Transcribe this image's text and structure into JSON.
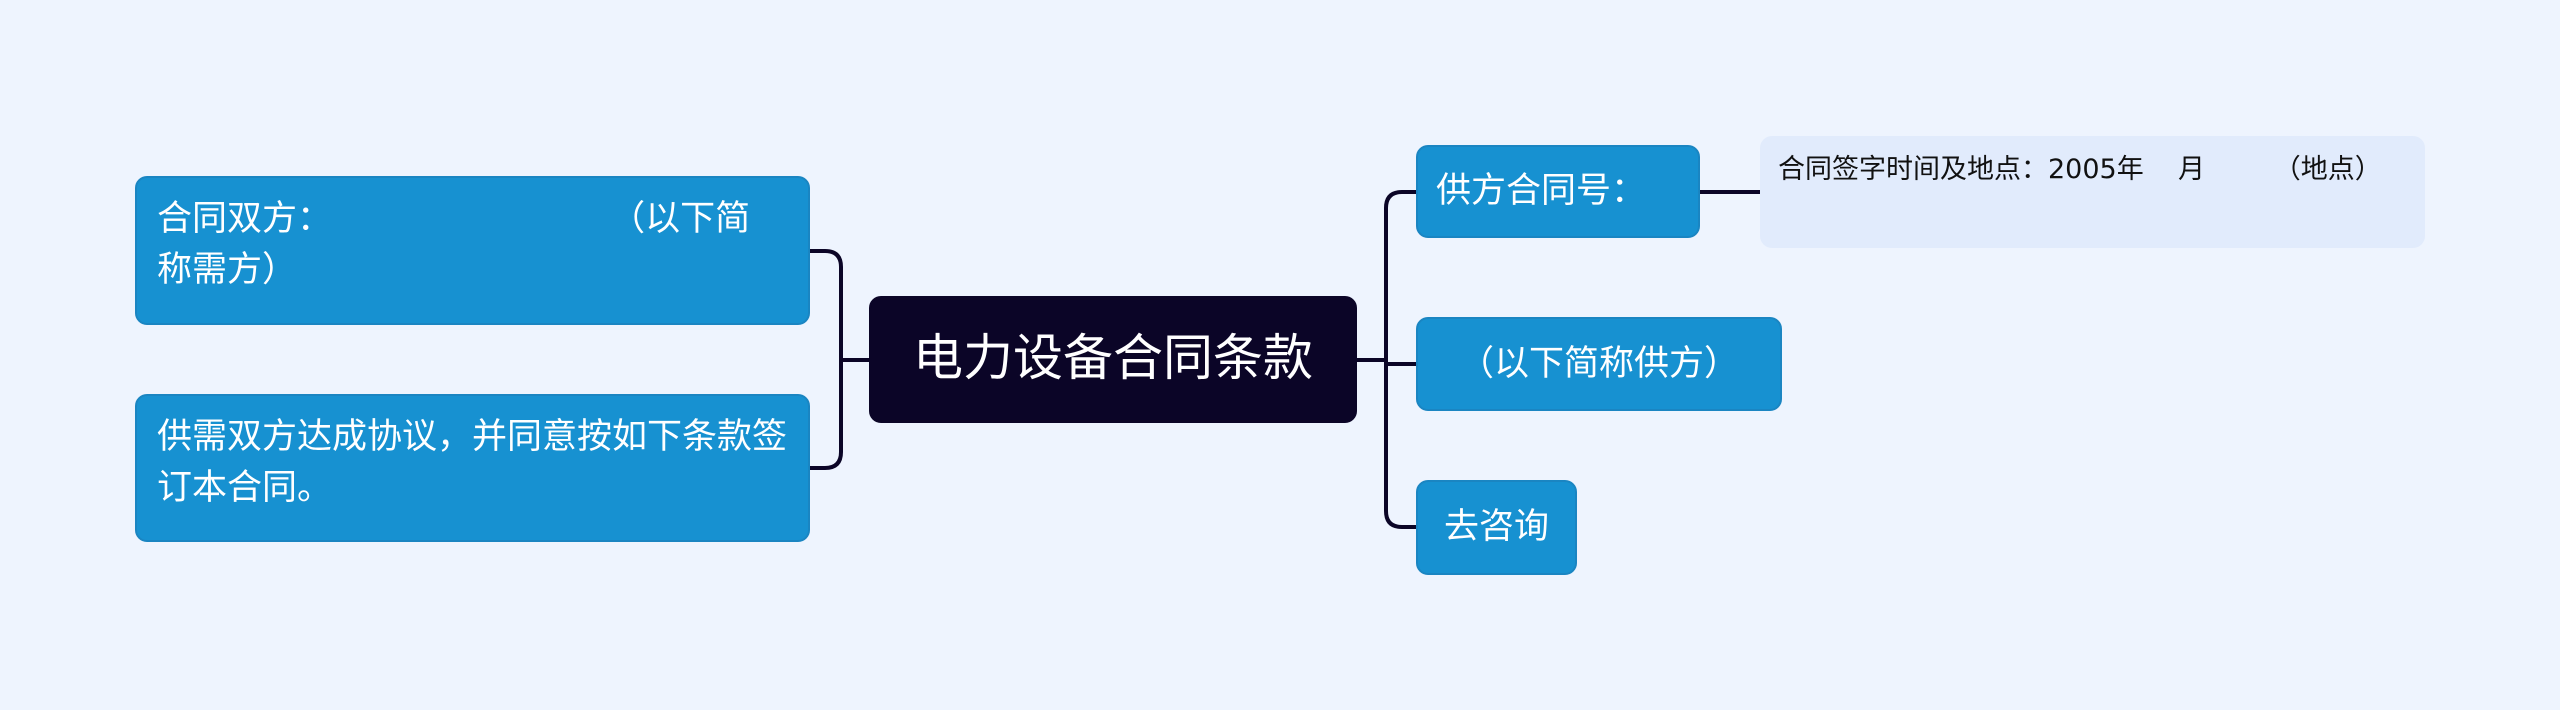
{
  "root": {
    "label": "电力设备合同条款"
  },
  "left": [
    {
      "label": "合同双方：                         （以下简称需方）"
    },
    {
      "label": "供需双方达成协议，并同意按如下条款签订本合同。"
    }
  ],
  "right": [
    {
      "label": "供方合同号：",
      "detail": "合同签字时间及地点：2005年    月        （地点）"
    },
    {
      "label": "（以下简称供方）"
    },
    {
      "label": "去咨询"
    }
  ],
  "colors": {
    "background": "#eef4fe",
    "root": "#0b0527",
    "node": "#1791d1",
    "detail": "#e1ebfc",
    "line": "#0b0527"
  }
}
